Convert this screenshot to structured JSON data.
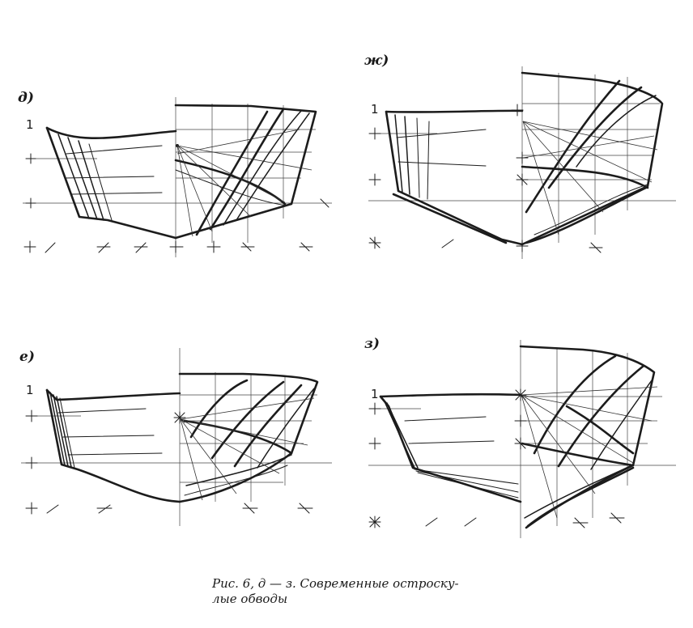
{
  "panels": [
    {
      "id": "d",
      "label": "д)",
      "mark": "1"
    },
    {
      "id": "zh",
      "label": "ж)",
      "mark": "1"
    },
    {
      "id": "e",
      "label": "е)",
      "mark": "1"
    },
    {
      "id": "z",
      "label": "з)",
      "mark": "1"
    }
  ],
  "caption": {
    "line1": "Рис. 6,  д — з. Современные остроску-",
    "line2": "лые обводы"
  },
  "colors": {
    "ink": "#1c1c1c",
    "paper": "#ffffff"
  }
}
